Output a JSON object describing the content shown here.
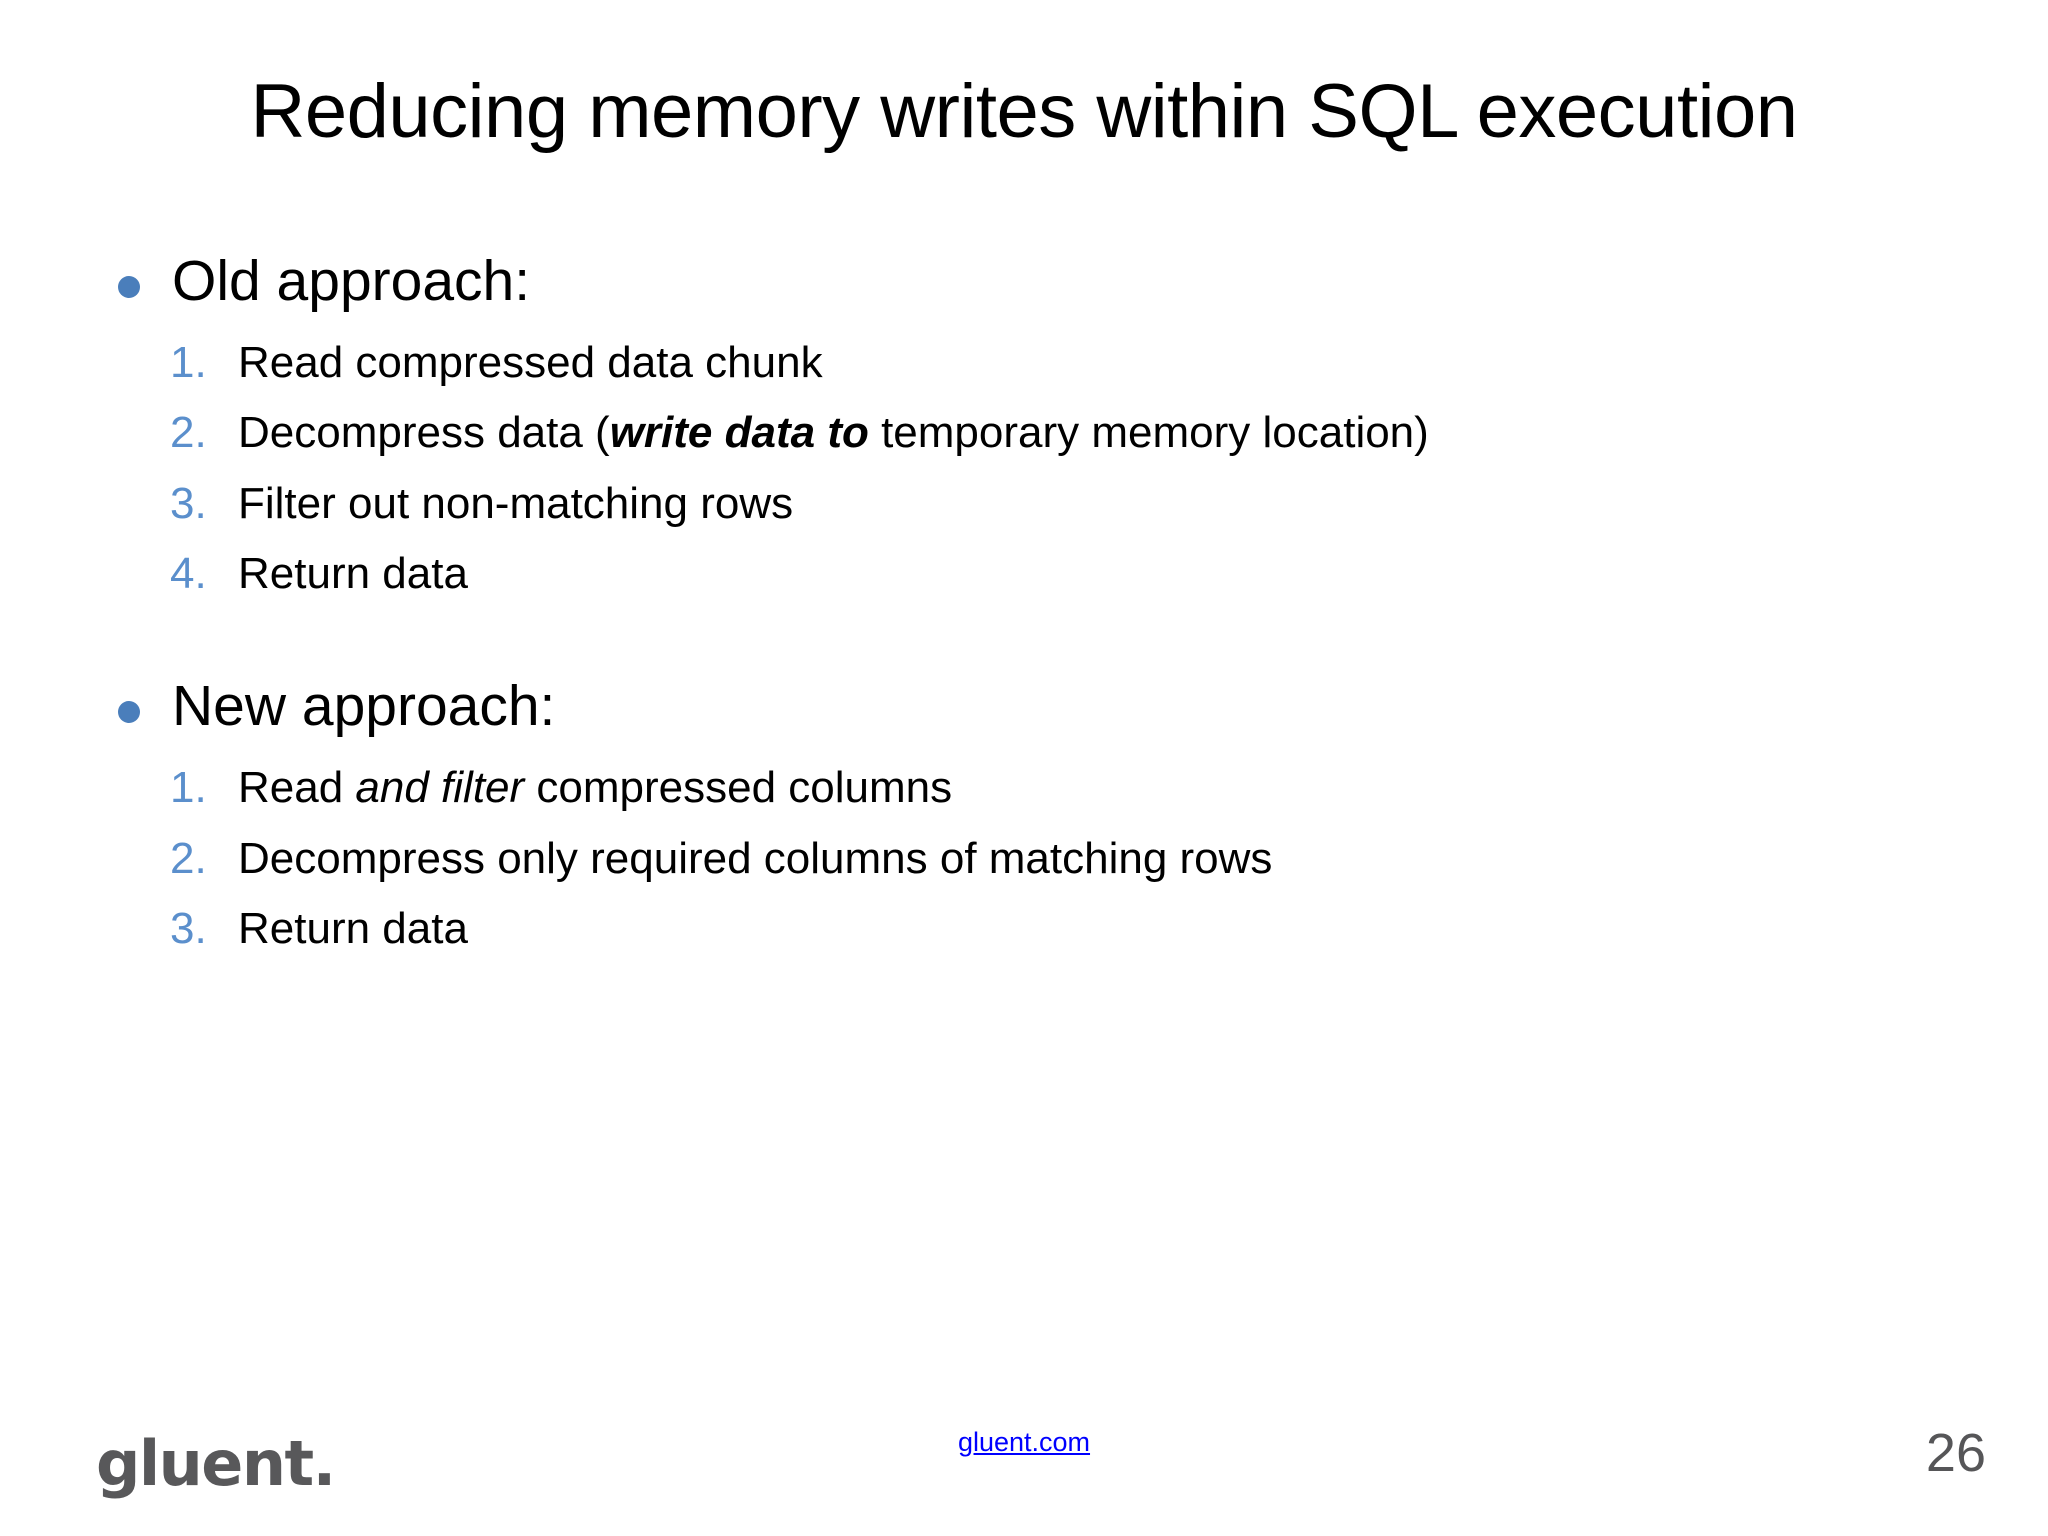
{
  "slide": {
    "title": "Reducing memory writes within SQL execution",
    "page_number": "26",
    "bullet_color": "#4a7ebb",
    "number_color": "#5b8fcc",
    "link_color": "#0000ff",
    "logo_color": "#58585a"
  },
  "sections": [
    {
      "heading": "Old approach:",
      "items": [
        {
          "num": "1.",
          "pre": "Read compressed data chunk",
          "emph": "",
          "emph_style": "",
          "post": ""
        },
        {
          "num": "2.",
          "pre": "Decompress data (",
          "emph": "write data to",
          "emph_style": "bold-italic",
          "post": " temporary memory location)"
        },
        {
          "num": "3.",
          "pre": "Filter out non-matching rows",
          "emph": "",
          "emph_style": "",
          "post": ""
        },
        {
          "num": "4.",
          "pre": "Return data",
          "emph": "",
          "emph_style": "",
          "post": ""
        }
      ]
    },
    {
      "heading": "New approach:",
      "items": [
        {
          "num": "1.",
          "pre": "Read ",
          "emph": "and filter",
          "emph_style": "italic",
          "post": " compressed columns"
        },
        {
          "num": "2.",
          "pre": "Decompress only required columns of matching rows",
          "emph": "",
          "emph_style": "",
          "post": ""
        },
        {
          "num": "3.",
          "pre": "Return data",
          "emph": "",
          "emph_style": "",
          "post": ""
        }
      ]
    }
  ],
  "footer": {
    "logo_text": "gluent.",
    "link_text": "gluent.com"
  }
}
